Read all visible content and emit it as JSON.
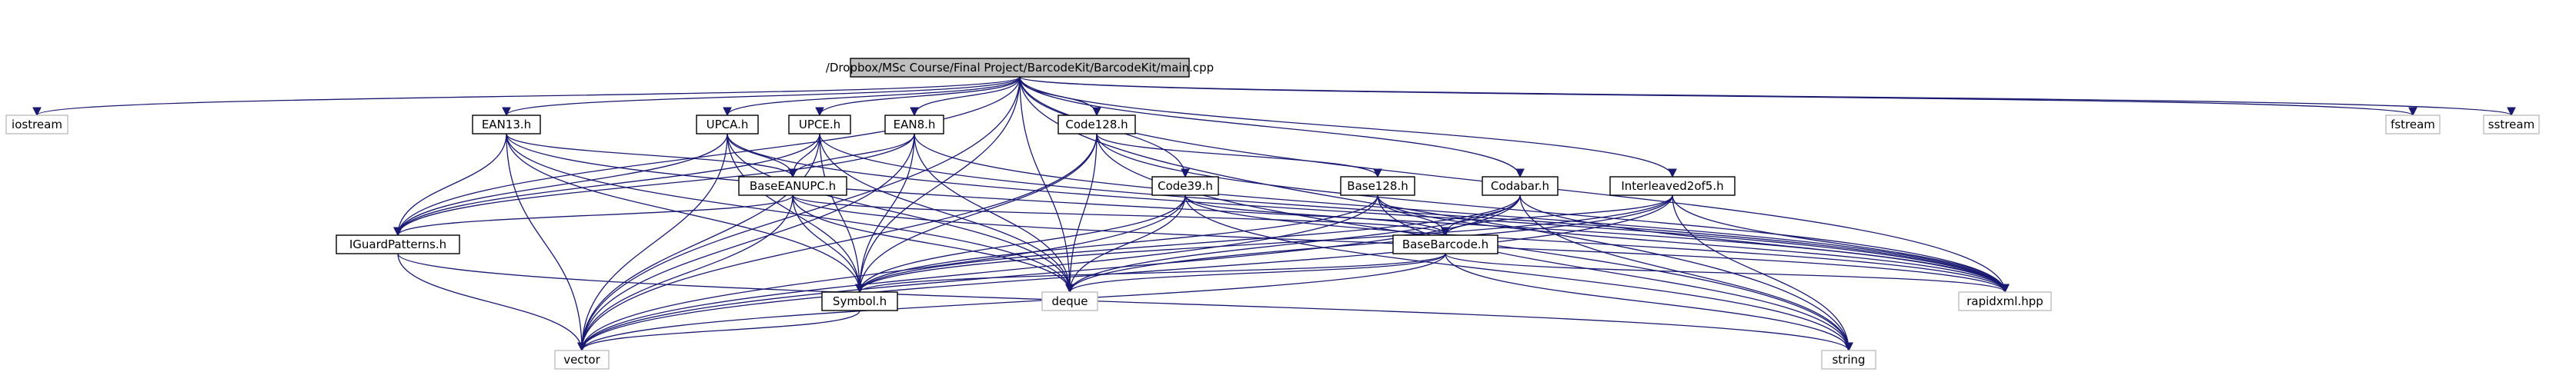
{
  "colors": {
    "edge": "#191970",
    "root_fill": "#bfbfbf",
    "root_stroke": "#000000",
    "header_fill": "#ffffff",
    "header_stroke": "#000000",
    "system_fill": "#ffffff",
    "system_stroke": "#bfbfbf",
    "text": "#000000"
  },
  "nodes": [
    {
      "id": "main",
      "label": "/Dropbox/MSc Course/Final Project/BarcodeKit/BarcodeKit/main.cpp",
      "kind": "root"
    },
    {
      "id": "iostream",
      "label": "iostream",
      "kind": "system"
    },
    {
      "id": "ean13",
      "label": "EAN13.h",
      "kind": "header"
    },
    {
      "id": "upca",
      "label": "UPCA.h",
      "kind": "header"
    },
    {
      "id": "upce",
      "label": "UPCE.h",
      "kind": "header"
    },
    {
      "id": "ean8",
      "label": "EAN8.h",
      "kind": "header"
    },
    {
      "id": "code128",
      "label": "Code128.h",
      "kind": "header"
    },
    {
      "id": "code39",
      "label": "Code39.h",
      "kind": "header"
    },
    {
      "id": "base128",
      "label": "Base128.h",
      "kind": "header"
    },
    {
      "id": "codabar",
      "label": "Codabar.h",
      "kind": "header"
    },
    {
      "id": "i2of5",
      "label": "Interleaved2of5.h",
      "kind": "header"
    },
    {
      "id": "fstream",
      "label": "fstream",
      "kind": "system"
    },
    {
      "id": "sstream",
      "label": "sstream",
      "kind": "system"
    },
    {
      "id": "baseeanupc",
      "label": "BaseEANUPC.h",
      "kind": "header"
    },
    {
      "id": "iguard",
      "label": "IGuardPatterns.h",
      "kind": "header"
    },
    {
      "id": "basebarcode",
      "label": "BaseBarcode.h",
      "kind": "header"
    },
    {
      "id": "symbol",
      "label": "Symbol.h",
      "kind": "header"
    },
    {
      "id": "deque",
      "label": "deque",
      "kind": "system"
    },
    {
      "id": "rapidxml",
      "label": "rapidxml.hpp",
      "kind": "system"
    },
    {
      "id": "vector",
      "label": "vector",
      "kind": "system"
    },
    {
      "id": "string",
      "label": "string",
      "kind": "system"
    }
  ],
  "edges": [
    [
      "main",
      "iostream"
    ],
    [
      "main",
      "ean13"
    ],
    [
      "main",
      "upca"
    ],
    [
      "main",
      "upce"
    ],
    [
      "main",
      "ean8"
    ],
    [
      "main",
      "code128"
    ],
    [
      "main",
      "code39"
    ],
    [
      "main",
      "codabar"
    ],
    [
      "main",
      "i2of5"
    ],
    [
      "main",
      "fstream"
    ],
    [
      "main",
      "sstream"
    ],
    [
      "main",
      "rapidxml"
    ],
    [
      "main",
      "string"
    ],
    [
      "main",
      "vector"
    ],
    [
      "main",
      "iguard"
    ],
    [
      "main",
      "symbol"
    ],
    [
      "main",
      "deque"
    ],
    [
      "ean13",
      "baseeanupc"
    ],
    [
      "ean13",
      "iguard"
    ],
    [
      "ean13",
      "symbol"
    ],
    [
      "ean13",
      "deque"
    ],
    [
      "ean13",
      "vector"
    ],
    [
      "ean13",
      "rapidxml"
    ],
    [
      "upca",
      "baseeanupc"
    ],
    [
      "upca",
      "iguard"
    ],
    [
      "upca",
      "symbol"
    ],
    [
      "upca",
      "deque"
    ],
    [
      "upca",
      "vector"
    ],
    [
      "upca",
      "rapidxml"
    ],
    [
      "upce",
      "baseeanupc"
    ],
    [
      "upce",
      "iguard"
    ],
    [
      "upce",
      "symbol"
    ],
    [
      "upce",
      "deque"
    ],
    [
      "upce",
      "vector"
    ],
    [
      "upce",
      "rapidxml"
    ],
    [
      "ean8",
      "baseeanupc"
    ],
    [
      "ean8",
      "iguard"
    ],
    [
      "ean8",
      "symbol"
    ],
    [
      "ean8",
      "deque"
    ],
    [
      "ean8",
      "vector"
    ],
    [
      "ean8",
      "rapidxml"
    ],
    [
      "code128",
      "base128"
    ],
    [
      "code128",
      "symbol"
    ],
    [
      "code128",
      "deque"
    ],
    [
      "code128",
      "vector"
    ],
    [
      "code128",
      "rapidxml"
    ],
    [
      "code128",
      "string"
    ],
    [
      "base128",
      "basebarcode"
    ],
    [
      "base128",
      "symbol"
    ],
    [
      "base128",
      "vector"
    ],
    [
      "base128",
      "rapidxml"
    ],
    [
      "base128",
      "string"
    ],
    [
      "code39",
      "basebarcode"
    ],
    [
      "code39",
      "symbol"
    ],
    [
      "code39",
      "deque"
    ],
    [
      "code39",
      "vector"
    ],
    [
      "code39",
      "rapidxml"
    ],
    [
      "code39",
      "string"
    ],
    [
      "codabar",
      "basebarcode"
    ],
    [
      "codabar",
      "symbol"
    ],
    [
      "codabar",
      "deque"
    ],
    [
      "codabar",
      "vector"
    ],
    [
      "codabar",
      "rapidxml"
    ],
    [
      "codabar",
      "string"
    ],
    [
      "i2of5",
      "basebarcode"
    ],
    [
      "i2of5",
      "symbol"
    ],
    [
      "i2of5",
      "deque"
    ],
    [
      "i2of5",
      "vector"
    ],
    [
      "i2of5",
      "rapidxml"
    ],
    [
      "i2of5",
      "string"
    ],
    [
      "baseeanupc",
      "basebarcode"
    ],
    [
      "baseeanupc",
      "iguard"
    ],
    [
      "baseeanupc",
      "symbol"
    ],
    [
      "baseeanupc",
      "deque"
    ],
    [
      "baseeanupc",
      "vector"
    ],
    [
      "baseeanupc",
      "rapidxml"
    ],
    [
      "iguard",
      "vector"
    ],
    [
      "iguard",
      "string"
    ],
    [
      "basebarcode",
      "symbol"
    ],
    [
      "basebarcode",
      "deque"
    ],
    [
      "basebarcode",
      "rapidxml"
    ],
    [
      "basebarcode",
      "vector"
    ],
    [
      "basebarcode",
      "string"
    ],
    [
      "symbol",
      "vector"
    ]
  ]
}
